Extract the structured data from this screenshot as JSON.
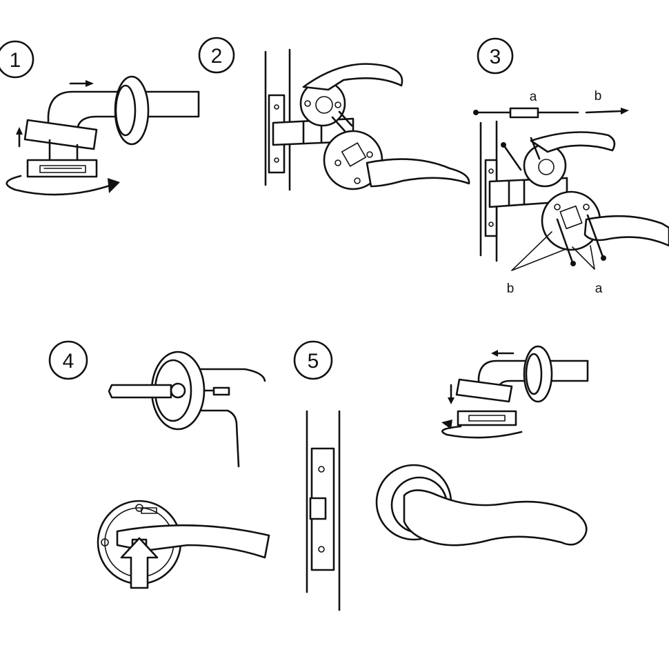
{
  "steps": {
    "s1": "1",
    "s2": "2",
    "s3": "3",
    "s4": "4",
    "s5": "5"
  },
  "step3_labels": {
    "screw_a_top": "a",
    "screw_b_top": "b",
    "screw_b_bottom": "b",
    "screw_a_bottom": "a"
  },
  "colors": {
    "line": "#111111",
    "background": "#ffffff"
  }
}
